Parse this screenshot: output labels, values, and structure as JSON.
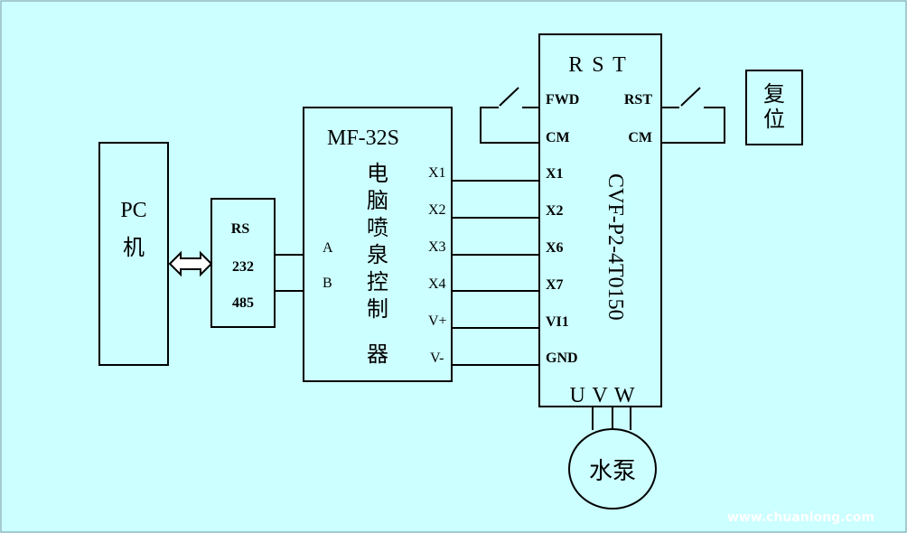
{
  "colors": {
    "background": "#ccffff",
    "line": "#000000",
    "watermark": "#ffffff"
  },
  "pc": {
    "line1": "PC",
    "line2": "机"
  },
  "converter": {
    "line1": "RS",
    "line2": "232",
    "line3": "485"
  },
  "controller": {
    "model": "MF-32S",
    "name_chars": [
      "电",
      "脑",
      "喷",
      "泉",
      "控",
      "制",
      "器"
    ],
    "port_a": "A",
    "port_b": "B",
    "outputs": [
      "X1",
      "X2",
      "X3",
      "X4",
      "V+",
      "V-"
    ]
  },
  "inverter": {
    "power": "R S T",
    "fwd": "FWD",
    "cm_left": "CM",
    "rst": "RST",
    "cm_right": "CM",
    "inputs": [
      "X1",
      "X2",
      "X6",
      "X7",
      "VI1",
      "GND"
    ],
    "model": "CVF-P2-4T0150",
    "output": "U V W"
  },
  "reset": {
    "line1": "复",
    "line2": "位"
  },
  "pump": {
    "label": "水泵"
  },
  "watermark": "www.chuanlong.com"
}
